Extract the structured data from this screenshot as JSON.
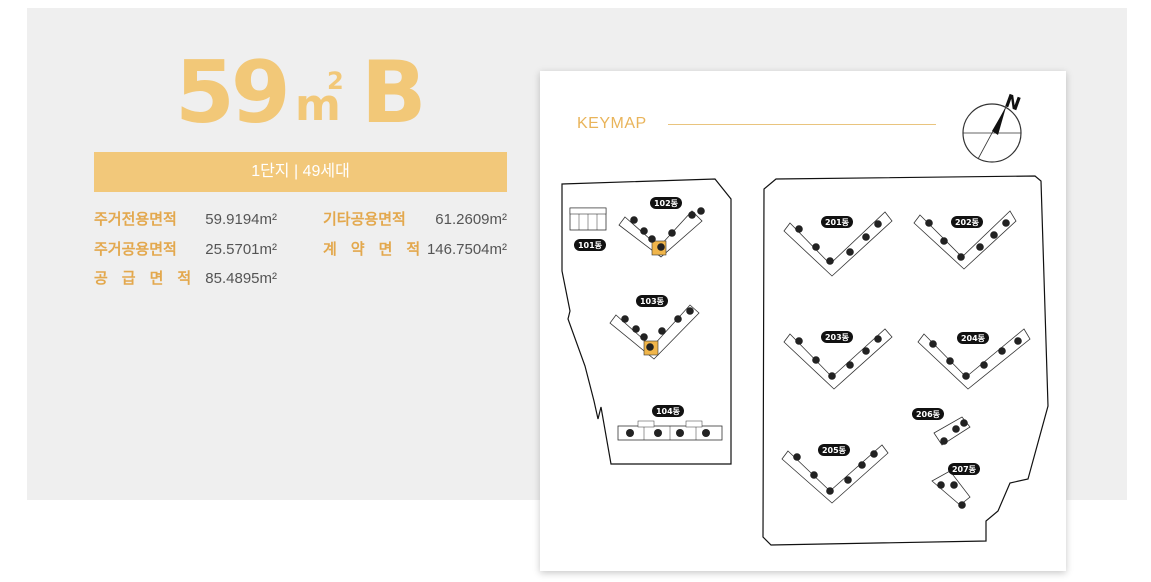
{
  "unit_title": {
    "number": "59",
    "unit": "m",
    "unit_sup": "2",
    "type": "B"
  },
  "band_text": "1단지 | 49세대",
  "specs": [
    {
      "label": "주거전용면적",
      "value": "59.9194m²"
    },
    {
      "label": "기타공용면적",
      "value": "61.2609m²"
    },
    {
      "label": "주거공용면적",
      "value": "25.5701m²"
    },
    {
      "label": "계약면적",
      "value": "146.7504m²"
    },
    {
      "label": "공급면적",
      "value": "85.4895m²"
    }
  ],
  "keymap": {
    "title": "KEYMAP",
    "compass_letter": "N",
    "buildings": [
      "102동",
      "101동",
      "103동",
      "104동",
      "201동",
      "202동",
      "203동",
      "204동",
      "206동",
      "205동",
      "207동"
    ]
  },
  "colors": {
    "accent": "#f2c87a",
    "label": "#e3a84d",
    "highlight": "#f0b54a",
    "panel": "#efefef"
  }
}
